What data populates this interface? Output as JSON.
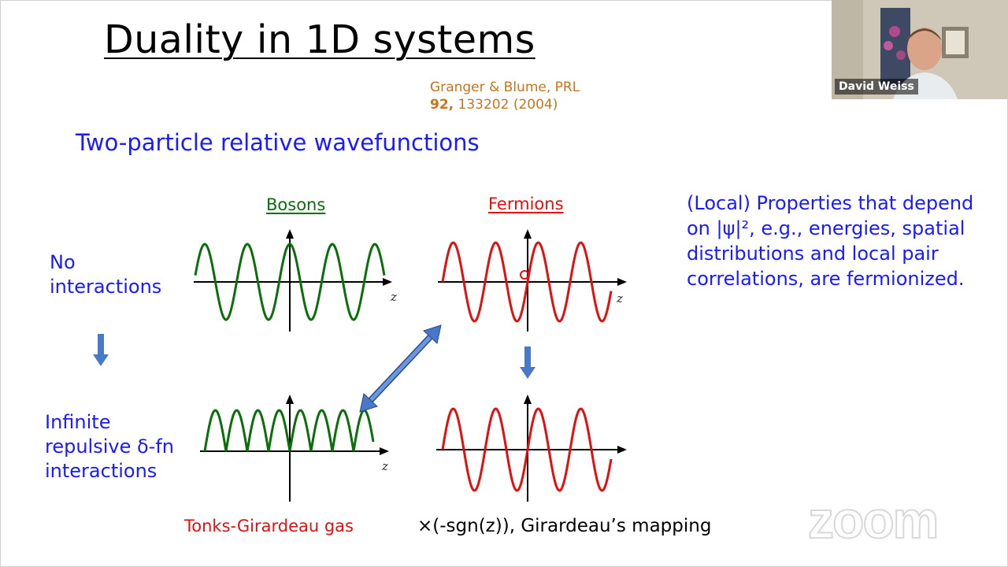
{
  "slide": {
    "title": "Duality in 1D systems",
    "citation_line1": "Granger & Blume, PRL",
    "citation_vol": "92,",
    "citation_rest": " 133202 (2004)",
    "subtitle": "Two-particle relative wavefunctions",
    "bosons_heading": "Bosons",
    "fermions_heading": "Fermions",
    "row1_line1": "No",
    "row1_line2": "interactions",
    "row2_line1": "Infinite",
    "row2_line2": "repulsive δ-fn",
    "row2_line3": "interactions",
    "properties_text": "(Local) Properties that depend on |ψ|², e.g., energies, spatial distributions and local pair correlations, are fermionized.",
    "tonks_label": "Tonks-Girardeau gas",
    "mapping_label": "×(-sgn(z)), Girardeau’s mapping",
    "axis_label": "z"
  },
  "colors": {
    "title": "#000000",
    "blue_text": "#1a1aff",
    "boson_green": "#0a6e0a",
    "fermion_red": "#e01010",
    "citation_orange": "#c8741c",
    "arrow_blue": "#4a78c8"
  },
  "speaker": {
    "name": "David Weiss"
  },
  "watermark": {
    "text": "zoom"
  }
}
